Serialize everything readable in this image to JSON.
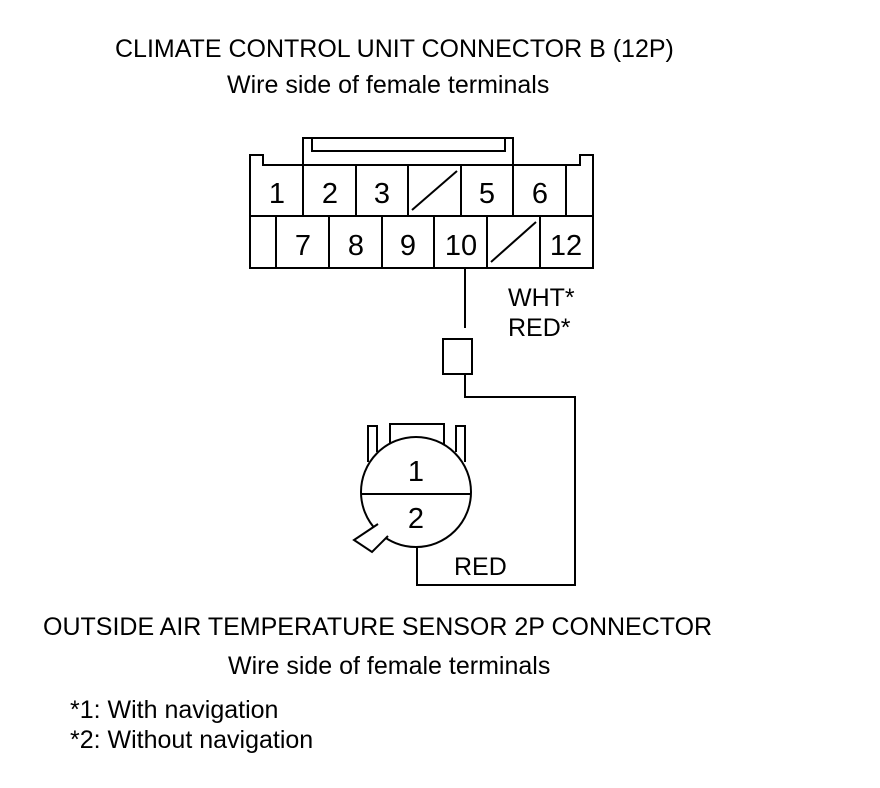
{
  "upper_connector": {
    "title": "CLIMATE CONTROL UNIT CONNECTOR B (12P)",
    "subtitle": "Wire side of female terminals",
    "top_row": [
      "1",
      "2",
      "3",
      "",
      "5",
      "6",
      ""
    ],
    "bottom_row": [
      "",
      "7",
      "8",
      "9",
      "10",
      "",
      "12"
    ]
  },
  "wire_labels": {
    "wire_color_1": "WHT*",
    "wire_color_2": "RED*",
    "wire_color_3": "RED"
  },
  "lower_connector": {
    "title": "OUTSIDE AIR TEMPERATURE SENSOR 2P CONNECTOR",
    "subtitle": "Wire side of female terminals",
    "pins": [
      "1",
      "2"
    ]
  },
  "notes": [
    "*1: With navigation",
    "*2: Without navigation"
  ]
}
